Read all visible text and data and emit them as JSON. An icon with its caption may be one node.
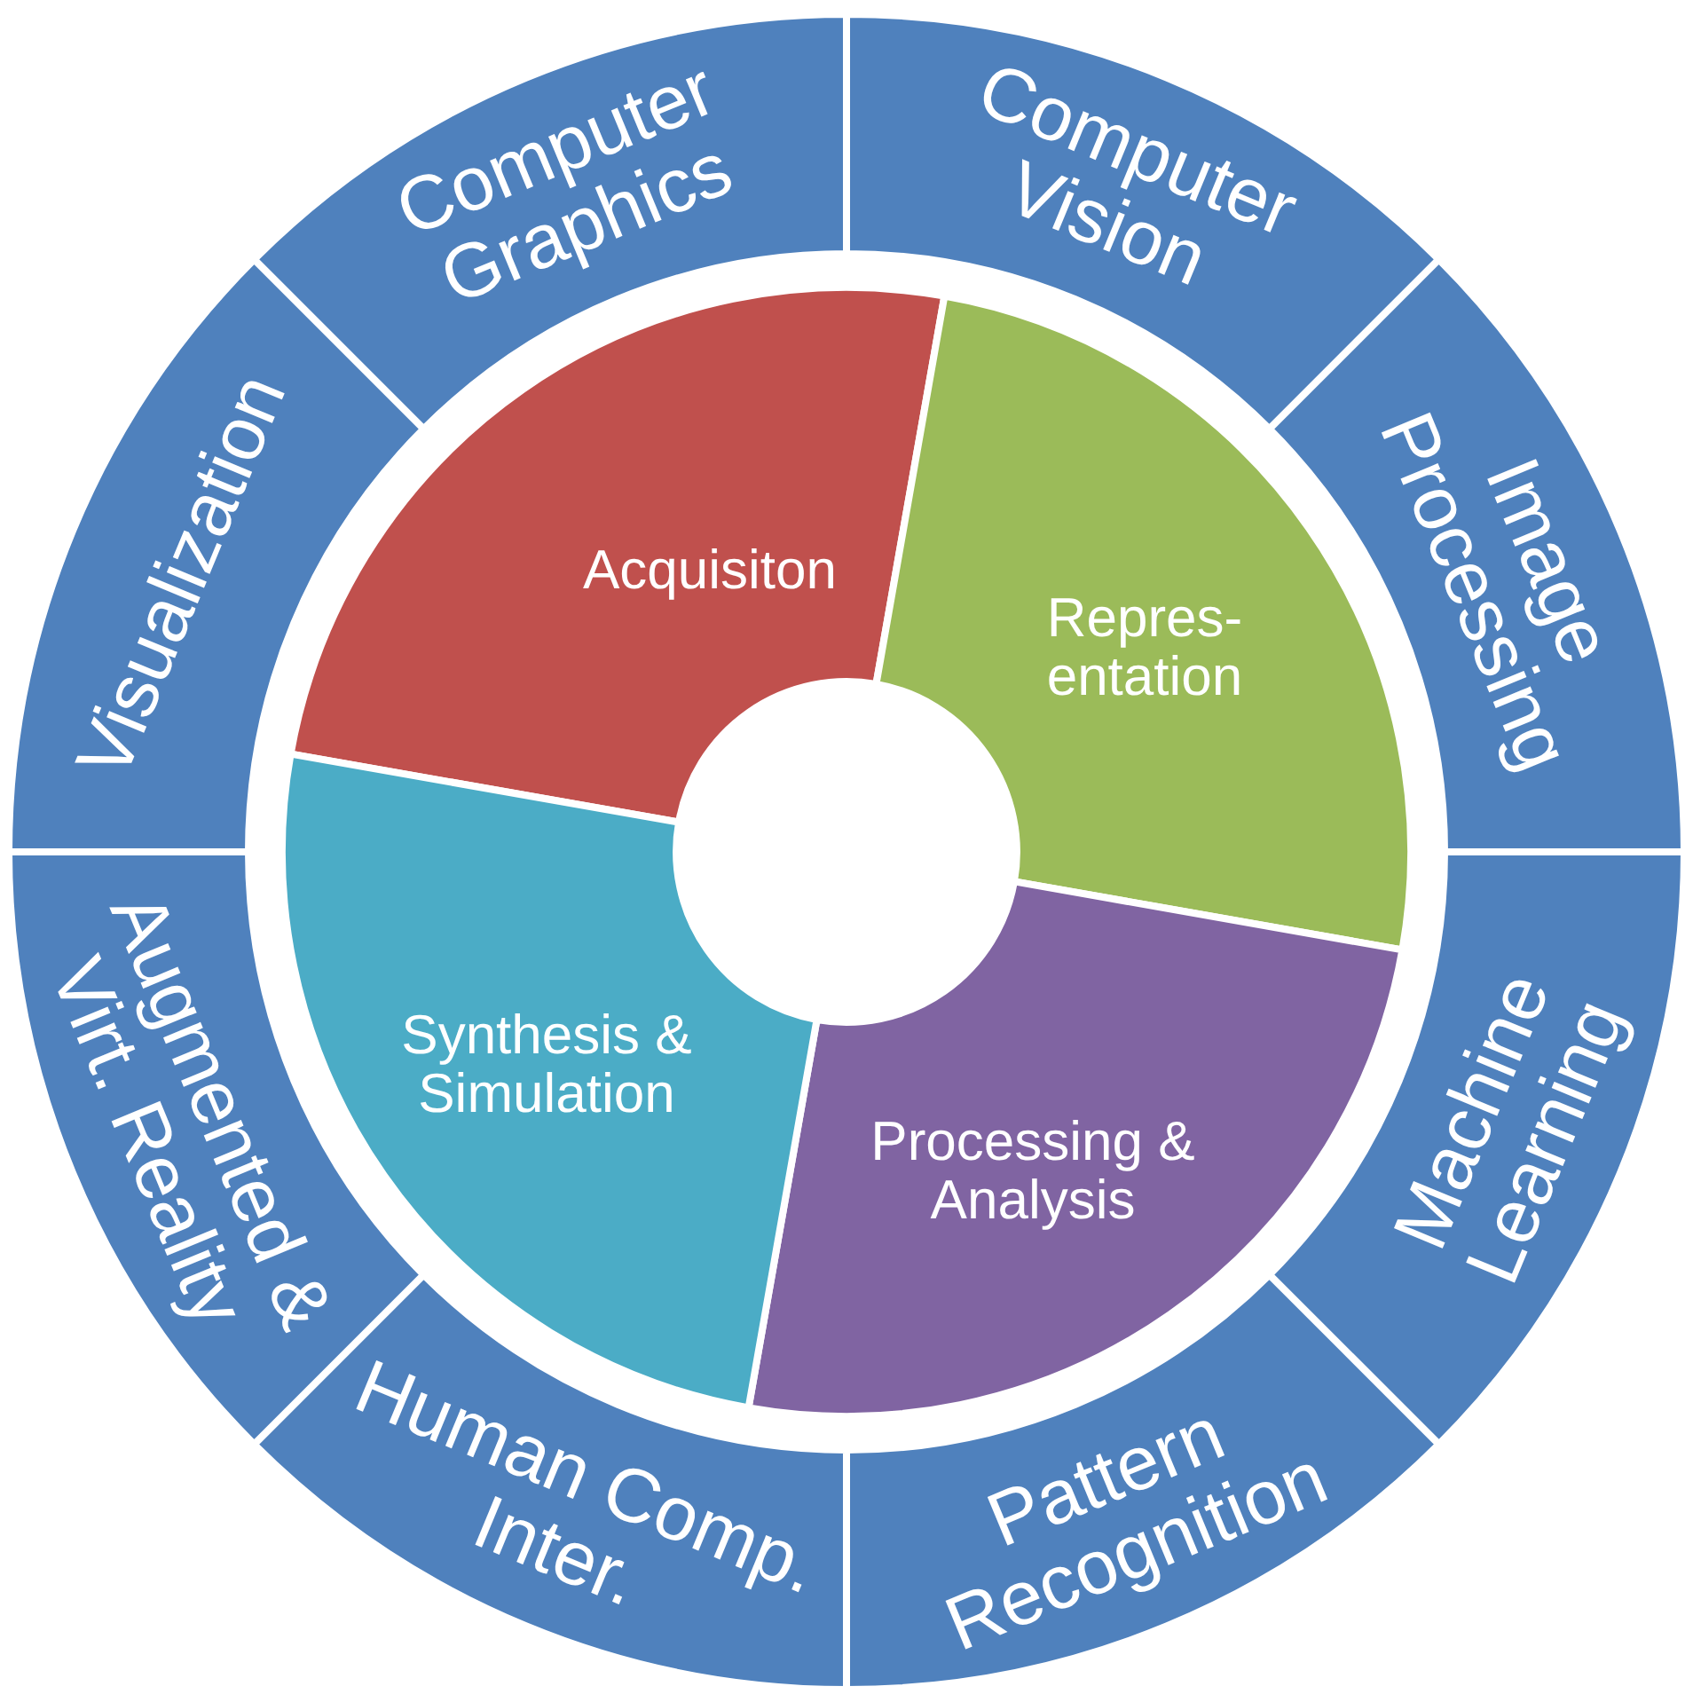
{
  "diagram": {
    "nodes": [
      {
        "text": [
          "Computer Graphics"
        ]
      },
      {
        "text": [
          "Computer Vision"
        ]
      },
      {
        "text": [
          "Image Processing"
        ]
      },
      {
        "text": [
          "Machine Learning"
        ]
      },
      {
        "text": [
          "Pattern Recognition"
        ]
      },
      {
        "text": [
          "Human Comp. Inter."
        ]
      },
      {
        "text": [
          "Augmented & Virt. Reality"
        ]
      },
      {
        "text": [
          "Visualization"
        ]
      },
      {
        "text": [
          "Acquisiton"
        ]
      },
      {
        "text": [
          "Repres- entation"
        ]
      },
      {
        "text": [
          "Processing & Analysis"
        ]
      },
      {
        "text": [
          "Synthesis & Simulation"
        ]
      }
    ]
  }
}
